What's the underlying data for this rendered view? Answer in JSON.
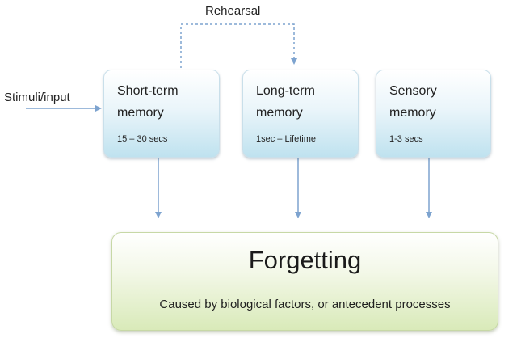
{
  "rehearsal_label": "Rehearsal",
  "stimuli_label": "Stimuli/input",
  "memory_boxes": [
    {
      "title": "Short-term memory",
      "duration": "15 – 30 secs"
    },
    {
      "title": "Long-term memory",
      "duration": "1sec – Lifetime"
    },
    {
      "title": "Sensory memory",
      "duration": "1-3 secs"
    }
  ],
  "forgetting": {
    "title": "Forgetting",
    "description": "Caused by biological factors, or antecedent processes"
  },
  "colors": {
    "arrow": "#7da3cf",
    "memory_box_fill": "#bfe2ef",
    "forgetting_box_fill": "#d9eab9"
  }
}
